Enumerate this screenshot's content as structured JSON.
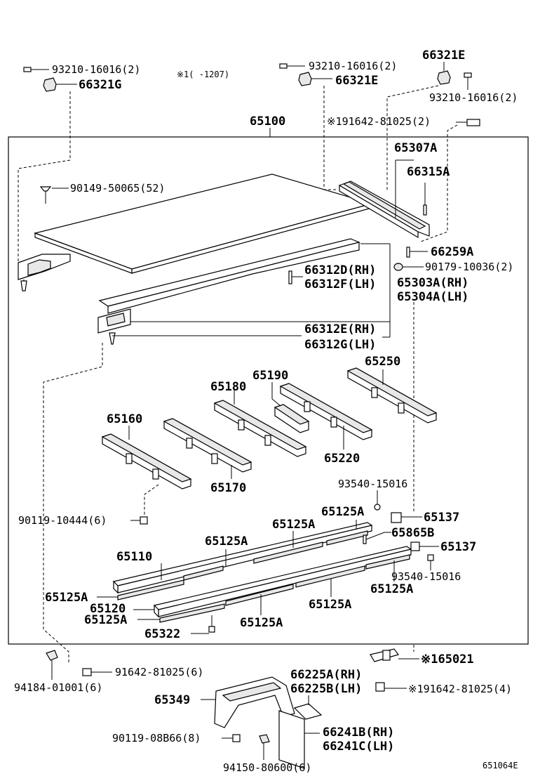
{
  "labels": {
    "p93210_a": "93210-16016(2)",
    "p66321g": "66321G",
    "note_top": "※1(    -1207)",
    "p93210_b": "93210-16016(2)",
    "p66321e_a": "66321E",
    "p66321e_b": "66321E",
    "p93210_c": "93210-16016(2)",
    "p91642_top": "※191642-81025(2)",
    "p65100": "65100",
    "p65307a": "65307A",
    "p66315a": "66315A",
    "p90149": "90149-50065(52)",
    "p66259a": "66259A",
    "p90179": "90179-10036(2)",
    "p66312d": "66312D(RH)",
    "p66312f": "66312F(LH)",
    "p65303a": "65303A(RH)",
    "p65304a": "65304A(LH)",
    "p66312e": "66312E(RH)",
    "p66312g": "66312G(LH)",
    "p65190": "65190",
    "p65250": "65250",
    "p65180": "65180",
    "p65160": "65160",
    "p65220": "65220",
    "p65170": "65170",
    "p93540_a": "93540-15016",
    "p90119_a": "90119-10444(6)",
    "p65125a_1": "65125A",
    "p65137_a": "65137",
    "p65125a_2": "65125A",
    "p65125a_3": "65125A",
    "p65865b": "65865B",
    "p65110": "65110",
    "p65137_b": "65137",
    "p93540_b": "93540-15016",
    "p65125a_4": "65125A",
    "p65125a_5": "65125A",
    "p65125a_6": "65125A",
    "p65120": "65120",
    "p65125a_7": "65125A",
    "p65125a_8": "65125A",
    "p65322": "65322",
    "p94184": "94184-01001(6)",
    "p91642_mid": "91642-81025(6)",
    "p65021": "※165021",
    "p66225a": "66225A(RH)",
    "p66225b": "66225B(LH)",
    "p65349": "65349",
    "p91642_bot": "※191642-81025(4)",
    "p90119_b": "90119-08B66(8)",
    "p66241b": "66241B(RH)",
    "p66241c": "66241C(LH)",
    "p94150": "94150-80600(6)",
    "ref_code": "651064E"
  }
}
